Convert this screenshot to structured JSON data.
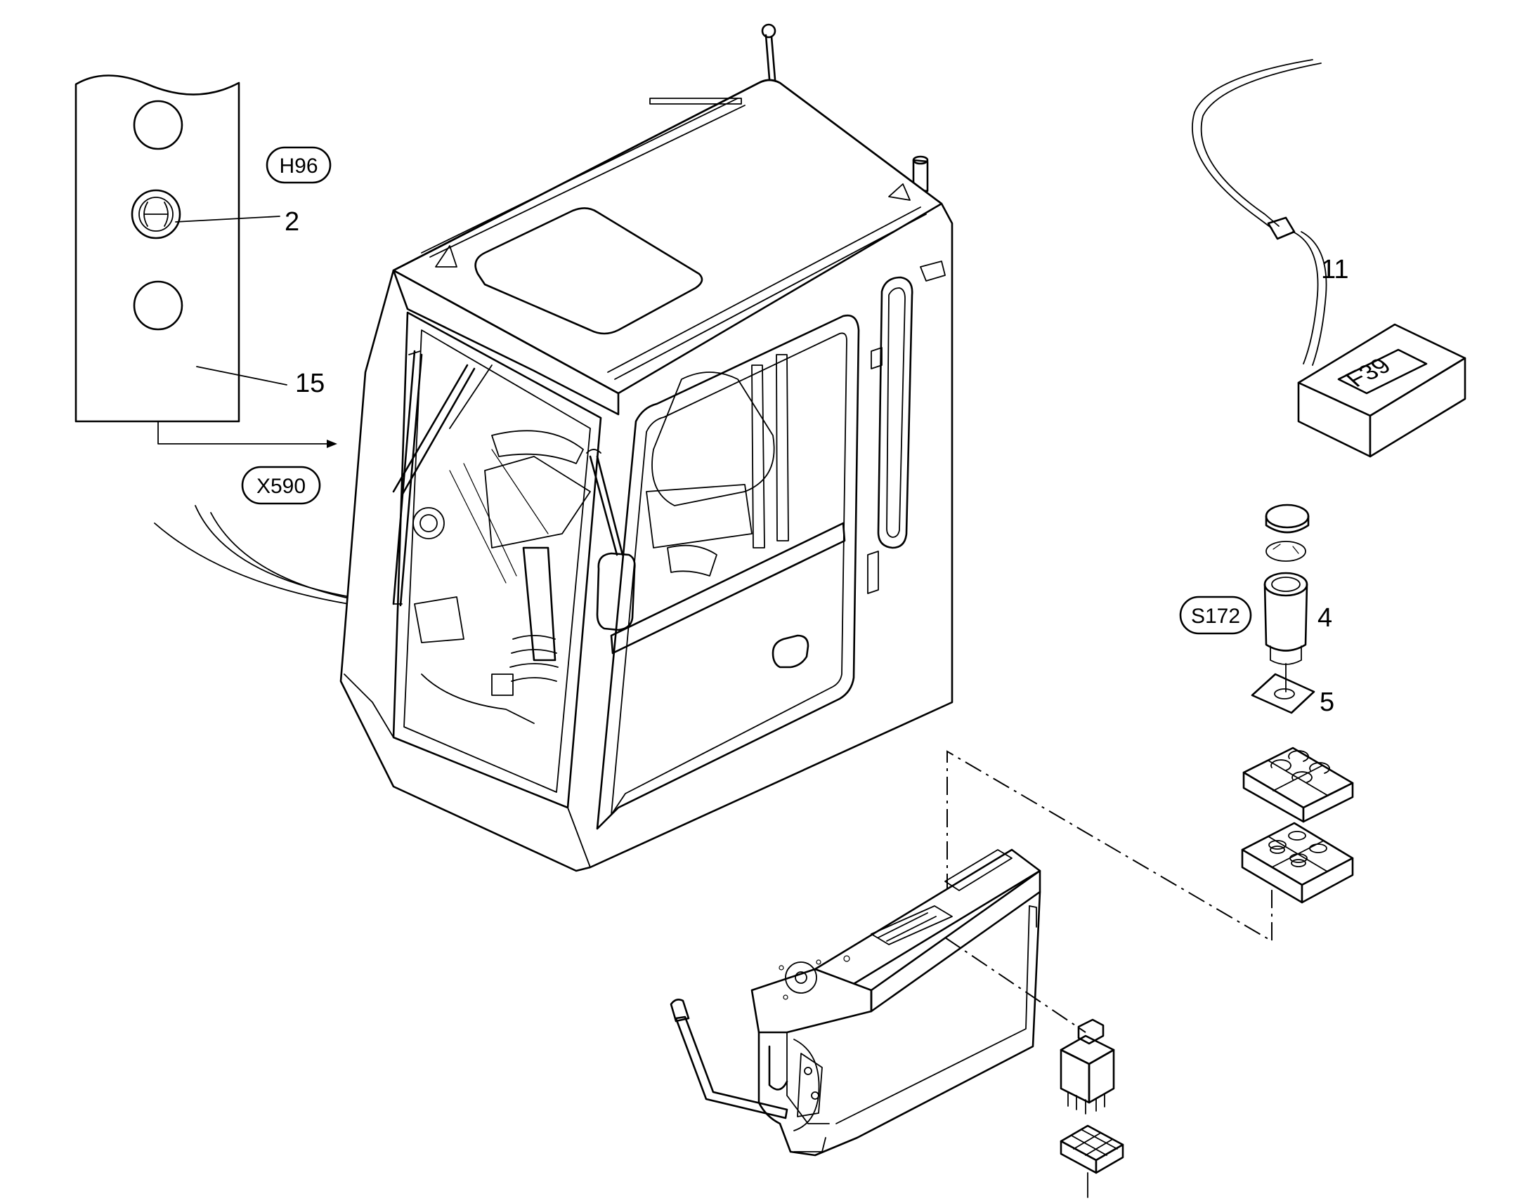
{
  "callouts": {
    "item_2": "2",
    "item_15": "15",
    "item_11": "11",
    "item_4": "4",
    "item_5": "5"
  },
  "references": {
    "h96": "H96",
    "x590": "X590",
    "s172": "S172"
  },
  "labels": {
    "f39": "F39"
  }
}
